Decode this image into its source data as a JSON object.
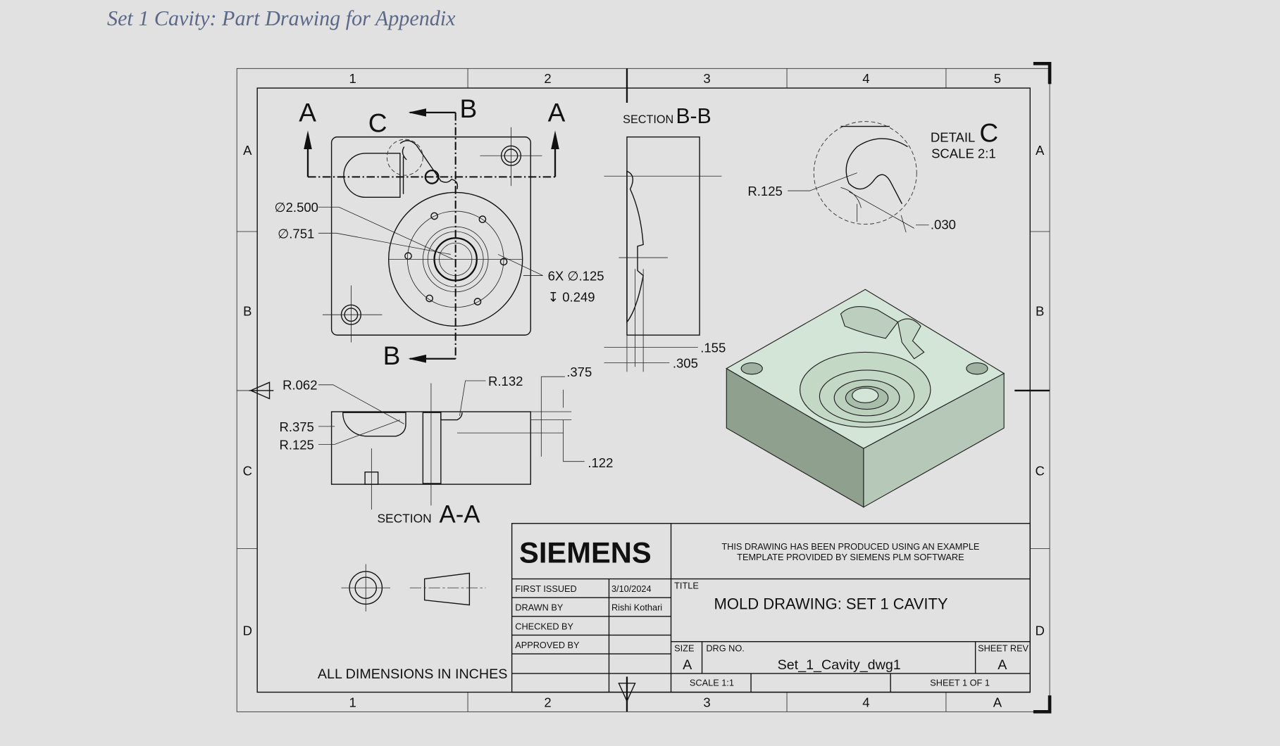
{
  "page_title": "Set 1 Cavity: Part Drawing for Appendix",
  "border": {
    "top_columns": [
      "1",
      "2",
      "3",
      "4",
      "5"
    ],
    "bottom_columns": [
      "1",
      "2",
      "3",
      "4",
      "A"
    ],
    "rows": [
      "A",
      "B",
      "C",
      "D"
    ]
  },
  "front_view": {
    "section_a_label": "A",
    "section_b_label": "B",
    "detail_label": "C",
    "dim_dia_2500": "∅2.500",
    "dim_dia_751": "∅.751",
    "dim_holes": "6X  ∅.125",
    "dim_depth": "↧ 0.249"
  },
  "section_aa": {
    "prefix": "SECTION",
    "name": "A-A",
    "r062": "R.062",
    "r375": "R.375",
    "r125": "R.125",
    "r132": "R.132",
    "d375": ".375",
    "d122": ".122"
  },
  "section_bb": {
    "prefix": "SECTION",
    "name": "B-B",
    "d155": ".155",
    "d305": ".305"
  },
  "detail_c": {
    "prefix": "DETAIL",
    "name": "C",
    "scale": "SCALE 2:1",
    "r125": "R.125",
    "d030": ".030"
  },
  "units_note": "ALL DIMENSIONS IN INCHES",
  "title_block": {
    "logo": "SIEMENS",
    "template_note_1": "THIS DRAWING HAS BEEN PRODUCED USING AN EXAMPLE",
    "template_note_2": "TEMPLATE PROVIDED BY SIEMENS PLM SOFTWARE",
    "first_issued_label": "FIRST ISSUED",
    "first_issued_value": "3/10/2024",
    "drawn_by_label": "DRAWN BY",
    "drawn_by_value": "Rishi Kothari",
    "checked_by_label": "CHECKED BY",
    "approved_by_label": "APPROVED BY",
    "title_label": "TITLE",
    "title_value": "MOLD DRAWING: SET 1 CAVITY",
    "size_label": "SIZE",
    "size_value": "A",
    "drg_no_label": "DRG NO.",
    "drg_no_value": "Set_1_Cavity_dwg1",
    "sheet_rev_label": "SHEET REV",
    "sheet_rev_value": "A",
    "scale": "SCALE 1:1",
    "sheet": "SHEET 1 OF 1"
  },
  "colors": {
    "background": "#e1e1e1",
    "model_top": "#d3e5d6",
    "model_left": "#8fa08f",
    "model_right": "#b6c9b8"
  }
}
